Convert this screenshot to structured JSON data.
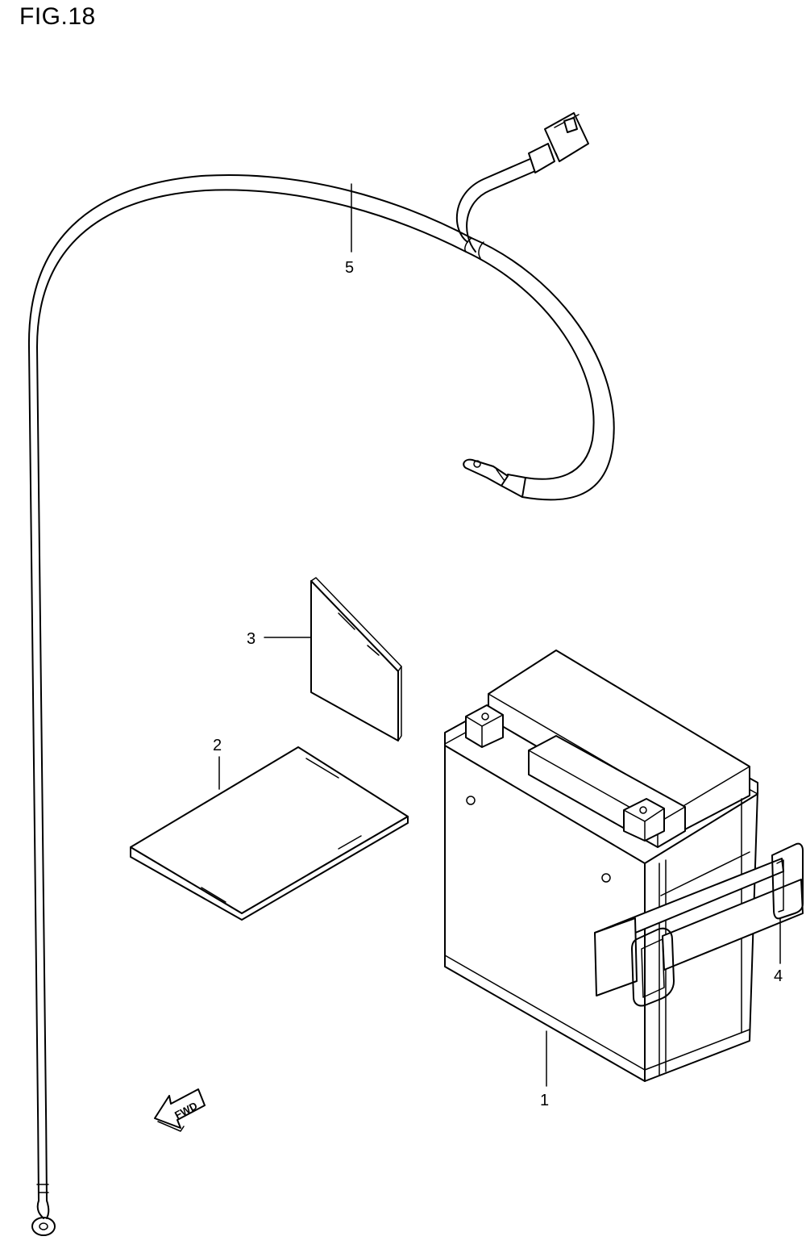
{
  "figure": {
    "title": "FIG.18"
  },
  "callouts": [
    {
      "id": "1",
      "label": "1"
    },
    {
      "id": "2",
      "label": "2"
    },
    {
      "id": "3",
      "label": "3"
    },
    {
      "id": "4",
      "label": "4"
    },
    {
      "id": "5",
      "label": "5"
    }
  ],
  "direction_marker": {
    "label": "FWD",
    "icon": "arrow-left-icon"
  },
  "parts": [
    {
      "callout": "1",
      "icon": "battery-icon"
    },
    {
      "callout": "2",
      "icon": "flat-pad-icon"
    },
    {
      "callout": "3",
      "icon": "plate-icon"
    },
    {
      "callout": "4",
      "icon": "strap-band-icon"
    },
    {
      "callout": "5",
      "icon": "wire-harness-icon"
    }
  ]
}
